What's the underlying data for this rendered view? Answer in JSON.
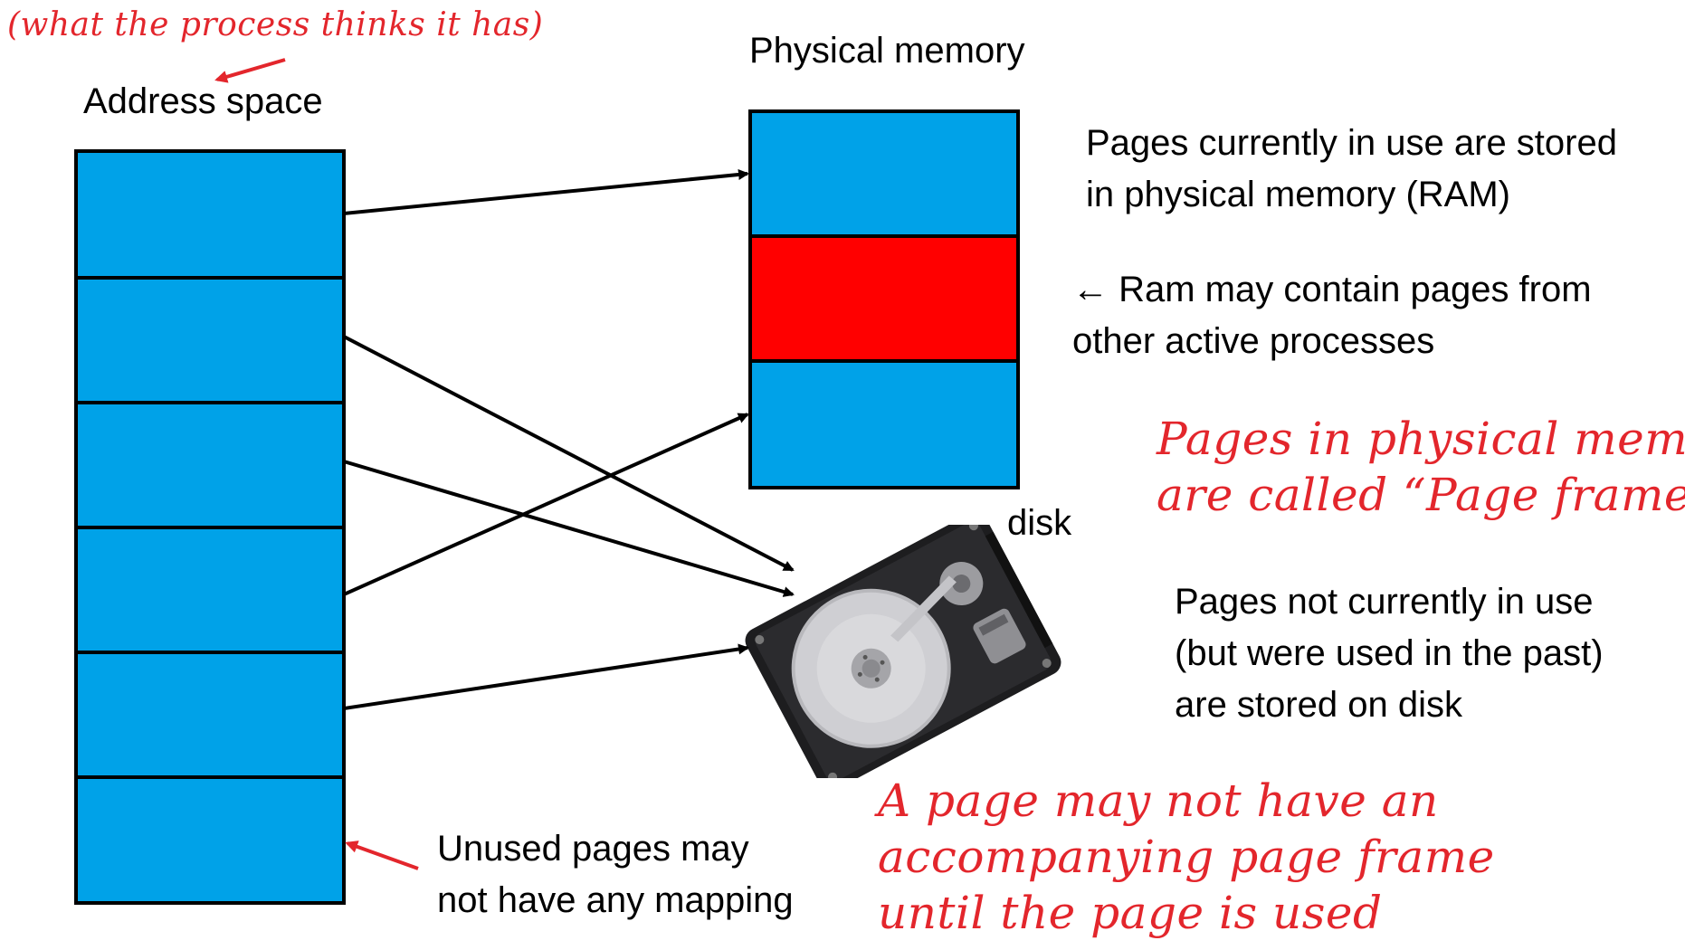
{
  "annotations": {
    "process_note": "(what the process thinks it has)",
    "page_frames": [
      "Pages in physical memory",
      "are called “Page frames”"
    ],
    "no_frame": [
      "A page may not have an",
      "accompanying page frame",
      "until the page is used"
    ]
  },
  "address_space": {
    "title": "Address space",
    "cells": [
      {
        "color": "#00a2e8"
      },
      {
        "color": "#00a2e8"
      },
      {
        "color": "#00a2e8"
      },
      {
        "color": "#00a2e8"
      },
      {
        "color": "#00a2e8"
      },
      {
        "color": "#00a2e8"
      }
    ]
  },
  "physical_memory": {
    "title": "Physical memory",
    "cells": [
      {
        "color": "#00a2e8"
      },
      {
        "color": "#ff0000"
      },
      {
        "color": "#00a2e8"
      }
    ]
  },
  "disk": {
    "label": "disk",
    "icon": "hard-disk-drive-icon"
  },
  "notes": {
    "in_use": [
      "Pages currently in use are stored",
      "in physical memory (RAM)"
    ],
    "other_processes": [
      "← Ram may contain pages from",
      "other active processes"
    ],
    "not_in_use": [
      "Pages not currently in use",
      "(but were used in the past)",
      "are stored on disk"
    ],
    "unused": [
      "Unused pages may",
      "not have any mapping"
    ]
  },
  "colors": {
    "page": "#00a2e8",
    "other_process_page": "#ff0000",
    "handwriting": "#e3262c",
    "arrow": "#000000"
  }
}
